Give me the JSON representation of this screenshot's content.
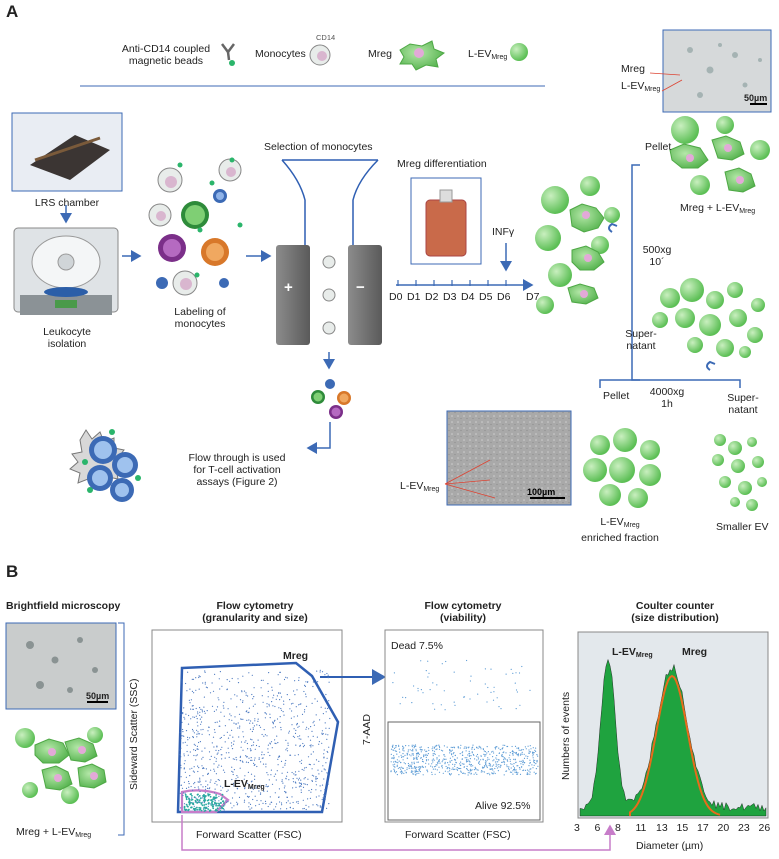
{
  "panel_a": {
    "label": "A",
    "legend": {
      "beads": "Anti-CD14 coupled",
      "beads2": "magnetic beads",
      "monocytes": "Monocytes",
      "cd14": "CD14",
      "mreg": "Mreg",
      "lev": "L-EV",
      "lev_sub": "Mreg"
    },
    "lrs": "LRS chamber",
    "leuko1": "Leukocyte",
    "leuko2": "isolation",
    "label1": "Labeling of",
    "label2": "monocytes",
    "selection": "Selection of monocytes",
    "plus": "+",
    "minus": "−",
    "mreg_diff": "Mreg differentiation",
    "infy": "INFγ",
    "days": [
      "D0",
      "D1",
      "D2",
      "D3",
      "D4",
      "D5",
      "D6",
      "D7"
    ],
    "flow1": "Flow through is used",
    "flow2": "for T-cell activation",
    "flow3": "assays (Figure 2)",
    "micro_top": {
      "mreg": "Mreg",
      "lev": "L-EV",
      "lev_sub": "Mreg",
      "scale": "50µm"
    },
    "pellet": "Pellet",
    "mreg_lev": "Mreg + L-EV",
    "mreg_lev_sub": "Mreg",
    "spin1": "500xg",
    "spin1t": "10´",
    "super1": "Super-",
    "super2": "natant",
    "spin2": "4000xg",
    "spin2t": "1h",
    "pellet2": "Pellet",
    "super3": "Super-",
    "super4": "natant",
    "micro_mid": {
      "lev": "L-EV",
      "lev_sub": "Mreg",
      "scale": "100µm"
    },
    "enriched1": "L-EV",
    "enriched_sub": "Mreg",
    "enriched2": "enriched fraction",
    "smaller": "Smaller EV"
  },
  "panel_b": {
    "label": "B",
    "bright": "Brightfield microscopy",
    "bright_scale": "50µm",
    "bright_caption": "Mreg + L-EV",
    "bright_caption_sub": "Mreg",
    "fc1_title1": "Flow cytometry",
    "fc1_title2": "(granularity and size)",
    "fc1_ylabel": "Sideward Scatter (SSC)",
    "fc1_xlabel": "Forward Scatter (FSC)",
    "fc1_gate_mreg": "Mreg",
    "fc1_gate_lev": "L-EV",
    "fc1_gate_lev_sub": "Mreg",
    "fc2_title1": "Flow cytometry",
    "fc2_title2": "(viability)",
    "fc2_ylabel": "7-AAD",
    "fc2_xlabel": "Forward Scatter (FSC)",
    "dead": "Dead 7.5%",
    "alive": "Alive 92.5%",
    "cc_title1": "Coulter counter",
    "cc_title2": "(size distribution)",
    "cc_ylabel": "Numbers of events",
    "cc_xlabel": "Diameter (µm)",
    "cc_lev": "L-EV",
    "cc_lev_sub": "Mreg",
    "cc_mreg": "Mreg",
    "cc_ticks": [
      "3",
      "6",
      "8",
      "11",
      "13",
      "15",
      "17",
      "20",
      "23",
      "26"
    ]
  },
  "colors": {
    "green": "#7ecf6a",
    "green_dark": "#4ea845",
    "blue": "#2f5fb3",
    "purple": "#c77dc9",
    "gray_box": "#6d6d6d"
  }
}
